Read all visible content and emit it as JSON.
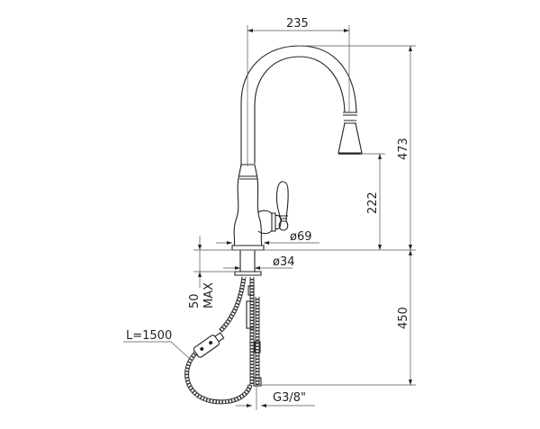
{
  "dimensions": {
    "spout_reach": "235",
    "total_height": "473",
    "spout_height": "222",
    "base_diameter": "ø69",
    "shank_diameter": "ø34",
    "counter_thickness_value": "50",
    "counter_thickness_max": "MAX",
    "hose_length_below": "450",
    "hose_length": "L=1500",
    "connection": "G3/8\""
  }
}
